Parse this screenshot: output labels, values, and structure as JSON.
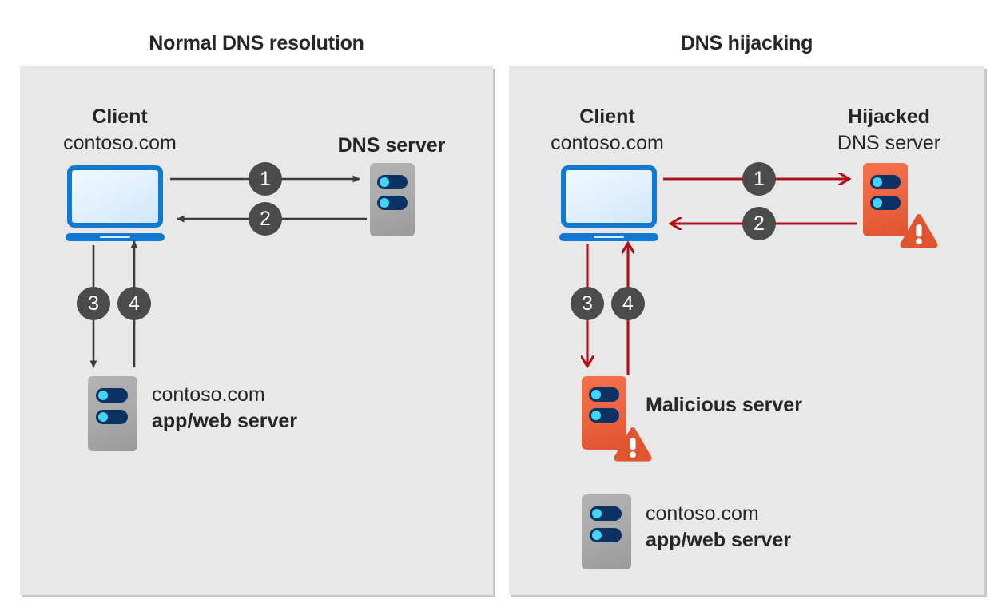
{
  "diagram": {
    "background": "#ffffff",
    "panel_bg": "#e8e8e8",
    "text_color": "#262626",
    "accent_blue": "#0f7ad6",
    "accent_red": "#b01116",
    "accent_orange": "#e0542f",
    "server_navy": "#0b3263",
    "server_cyan": "#41d6f7",
    "step_badge_bg": "#4b4b4b",
    "arrow_grey": "#3c3c3c"
  },
  "panels": [
    {
      "id": "normal",
      "title": "Normal DNS resolution",
      "nodes": {
        "client": {
          "title": "Client",
          "subtitle": "contoso.com",
          "icon": "laptop-icon"
        },
        "dns_server": {
          "title": "DNS server",
          "icon": "server-icon"
        },
        "app_web_server": {
          "line1": "contoso.com",
          "line2": "app/web server",
          "icon": "server-icon"
        }
      },
      "steps": [
        {
          "number": "1",
          "from": "client",
          "to": "dns_server",
          "direction": "right",
          "color": "#3c3c3c"
        },
        {
          "number": "2",
          "from": "dns_server",
          "to": "client",
          "direction": "left",
          "color": "#3c3c3c"
        },
        {
          "number": "3",
          "from": "client",
          "to": "app_web_server",
          "direction": "down",
          "color": "#3c3c3c"
        },
        {
          "number": "4",
          "from": "app_web_server",
          "to": "client",
          "direction": "up",
          "color": "#3c3c3c"
        }
      ]
    },
    {
      "id": "hijacking",
      "title": "DNS hijacking",
      "nodes": {
        "client": {
          "title": "Client",
          "subtitle": "contoso.com",
          "icon": "laptop-icon"
        },
        "hijacked_dns_server": {
          "title": "Hijacked",
          "subtitle": "DNS server",
          "icon": "server-icon-compromised"
        },
        "malicious_server": {
          "label": "Malicious server",
          "icon": "server-icon-compromised"
        },
        "app_web_server": {
          "line1": "contoso.com",
          "line2": "app/web server",
          "icon": "server-icon"
        }
      },
      "steps": [
        {
          "number": "1",
          "from": "client",
          "to": "hijacked_dns_server",
          "direction": "right",
          "color": "#b01116"
        },
        {
          "number": "2",
          "from": "hijacked_dns_server",
          "to": "client",
          "direction": "left",
          "color": "#b01116"
        },
        {
          "number": "3",
          "from": "client",
          "to": "malicious_server",
          "direction": "down",
          "color": "#b01116"
        },
        {
          "number": "4",
          "from": "malicious_server",
          "to": "client",
          "direction": "up",
          "color": "#b01116"
        }
      ]
    }
  ]
}
